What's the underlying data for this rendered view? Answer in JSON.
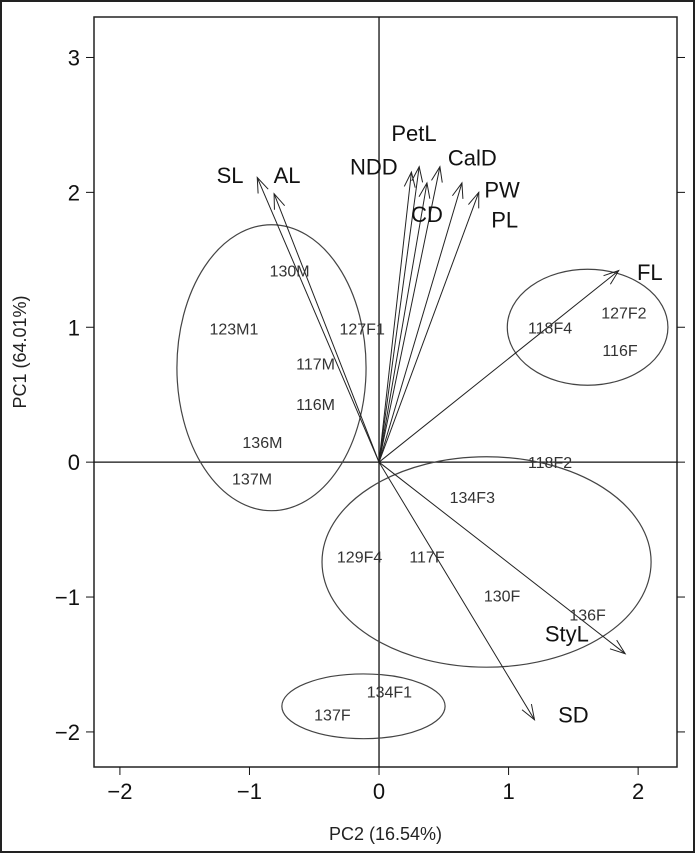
{
  "chart_data": {
    "type": "scatter",
    "subtype": "pca-biplot",
    "title": "",
    "xlabel": "PC2  (16.54%)",
    "ylabel": "PC1  (64.01%)",
    "xlim": [
      -2.2,
      2.3
    ],
    "ylim": [
      -2.26,
      3.3
    ],
    "xticks": [
      -2,
      -1,
      0,
      1,
      2
    ],
    "yticks": [
      -2,
      -1,
      0,
      1,
      2,
      3
    ],
    "xtick_labels": [
      "−2",
      "−1",
      "0",
      "1",
      "2"
    ],
    "ytick_labels": [
      "−2",
      "−1",
      "0",
      "1",
      "2",
      "3"
    ],
    "grid": false,
    "reference_lines": {
      "x": 0,
      "y": 0
    },
    "loadings": [
      {
        "name": "SL",
        "x": -0.94,
        "y": 2.11,
        "label_x": -1.15,
        "label_y": 2.13
      },
      {
        "name": "AL",
        "x": -0.81,
        "y": 1.99,
        "label_x": -0.71,
        "label_y": 2.13
      },
      {
        "name": "NDD",
        "x": 0.25,
        "y": 2.15,
        "label_x": -0.04,
        "label_y": 2.19
      },
      {
        "name": "PetL",
        "x": 0.31,
        "y": 2.19,
        "label_x": 0.27,
        "label_y": 2.44
      },
      {
        "name": "CalD",
        "x": 0.47,
        "y": 2.19,
        "label_x": 0.72,
        "label_y": 2.26
      },
      {
        "name": "CD",
        "x": 0.37,
        "y": 2.07,
        "label_x": 0.37,
        "label_y": 1.84
      },
      {
        "name": "PW",
        "x": 0.64,
        "y": 2.07,
        "label_x": 0.95,
        "label_y": 2.02
      },
      {
        "name": "PL",
        "x": 0.77,
        "y": 2.0,
        "label_x": 0.97,
        "label_y": 1.8
      },
      {
        "name": "FL",
        "x": 1.85,
        "y": 1.42,
        "label_x": 2.09,
        "label_y": 1.41
      },
      {
        "name": "StyL",
        "x": 1.9,
        "y": -1.42,
        "label_x": 1.45,
        "label_y": -1.27
      },
      {
        "name": "SD",
        "x": 1.2,
        "y": -1.91,
        "label_x": 1.5,
        "label_y": -1.87
      }
    ],
    "observations": [
      {
        "name": "130M",
        "x": -0.69,
        "y": 1.42
      },
      {
        "name": "123M1",
        "x": -1.12,
        "y": 0.99
      },
      {
        "name": "127F1",
        "x": -0.13,
        "y": 0.99
      },
      {
        "name": "117M",
        "x": -0.49,
        "y": 0.73
      },
      {
        "name": "116M",
        "x": -0.49,
        "y": 0.43
      },
      {
        "name": "136M",
        "x": -0.9,
        "y": 0.15
      },
      {
        "name": "137M",
        "x": -0.98,
        "y": -0.12
      },
      {
        "name": "118F4",
        "x": 1.32,
        "y": 1.0
      },
      {
        "name": "127F2",
        "x": 1.89,
        "y": 1.11
      },
      {
        "name": "116F",
        "x": 1.86,
        "y": 0.83
      },
      {
        "name": "118F2",
        "x": 1.32,
        "y": 0.0
      },
      {
        "name": "134F3",
        "x": 0.72,
        "y": -0.26
      },
      {
        "name": "129F4",
        "x": -0.15,
        "y": -0.7
      },
      {
        "name": "117F",
        "x": 0.37,
        "y": -0.7
      },
      {
        "name": "130F",
        "x": 0.95,
        "y": -0.99
      },
      {
        "name": "136F",
        "x": 1.61,
        "y": -1.13
      },
      {
        "name": "134F1",
        "x": 0.08,
        "y": -1.7
      },
      {
        "name": "137F",
        "x": -0.36,
        "y": -1.87
      }
    ],
    "group_ellipses": [
      {
        "cx": -0.83,
        "cy": 0.7,
        "rx": 0.73,
        "ry": 1.06
      },
      {
        "cx": 1.61,
        "cy": 1.0,
        "rx": 0.62,
        "ry": 0.43
      },
      {
        "cx": 0.83,
        "cy": -0.74,
        "rx": 1.27,
        "ry": 0.78
      },
      {
        "cx": -0.12,
        "cy": -1.81,
        "rx": 0.63,
        "ry": 0.24
      }
    ],
    "colors": {
      "ink": "#111111",
      "label": "#333333",
      "ellipse": "#444444"
    }
  }
}
